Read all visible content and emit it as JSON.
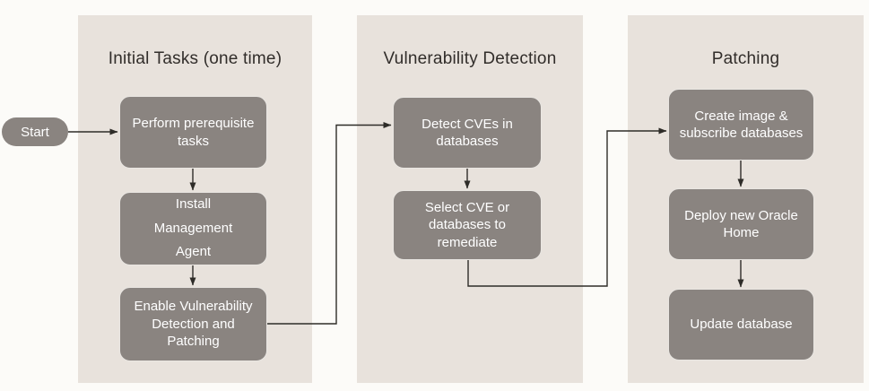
{
  "colors": {
    "page_bg": "#fcfbf8",
    "column_bg": "#e8e2dc",
    "box_fill": "#8a8480",
    "box_border": "#e9e6e2",
    "box_text": "#ffffff",
    "header_text": "#312d2a",
    "connector": "#2e2c28"
  },
  "start": {
    "label": "Start"
  },
  "columns": [
    {
      "title": "Initial Tasks (one time)",
      "boxes": [
        {
          "label": "Perform prerequisite\ntasks"
        },
        {
          "label": "Install\nManagement\nAgent"
        },
        {
          "label": "Enable Vulnerability\nDetection and\nPatching"
        }
      ]
    },
    {
      "title": "Vulnerability Detection",
      "boxes": [
        {
          "label": "Detect CVEs in\ndatabases"
        },
        {
          "label": "Select CVE or\ndatabases to\nremediate"
        }
      ]
    },
    {
      "title": "Patching",
      "boxes": [
        {
          "label": "Create image  &\nsubscribe databases"
        },
        {
          "label": "Deploy new Oracle\nHome"
        },
        {
          "label": "Update database"
        }
      ]
    }
  ]
}
